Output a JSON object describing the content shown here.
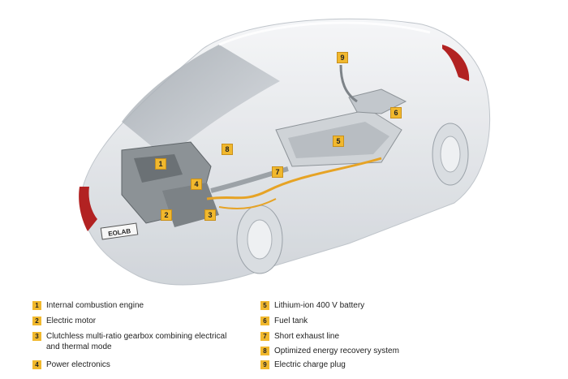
{
  "callouts": [
    {
      "number": "1"
    },
    {
      "number": "2"
    },
    {
      "number": "3"
    },
    {
      "number": "4"
    },
    {
      "number": "5"
    },
    {
      "number": "6"
    },
    {
      "number": "7"
    },
    {
      "number": "8"
    },
    {
      "number": "9"
    }
  ],
  "plate_text": "EOLAB",
  "legend": [
    {
      "number": "1",
      "label": "Internal combustion engine",
      "label2": ""
    },
    {
      "number": "2",
      "label": "Electric motor",
      "label2": ""
    },
    {
      "number": "3",
      "label": "Clutchless multi-ratio gearbox combining electrical",
      "label2": "and thermal mode"
    },
    {
      "number": "4",
      "label": "Power electronics",
      "label2": ""
    },
    {
      "number": "5",
      "label": "Lithium-ion 400 V battery",
      "label2": ""
    },
    {
      "number": "6",
      "label": "Fuel tank",
      "label2": ""
    },
    {
      "number": "7",
      "label": "Short exhaust line",
      "label2": ""
    },
    {
      "number": "8",
      "label": "Optimized energy recovery system",
      "label2": ""
    },
    {
      "number": "9",
      "label": "Electric charge plug",
      "label2": ""
    }
  ],
  "colors": {
    "callout": "#f1b82d",
    "cable": "#e6a325",
    "taillight": "#b22222",
    "body": "#e3e6ea"
  }
}
